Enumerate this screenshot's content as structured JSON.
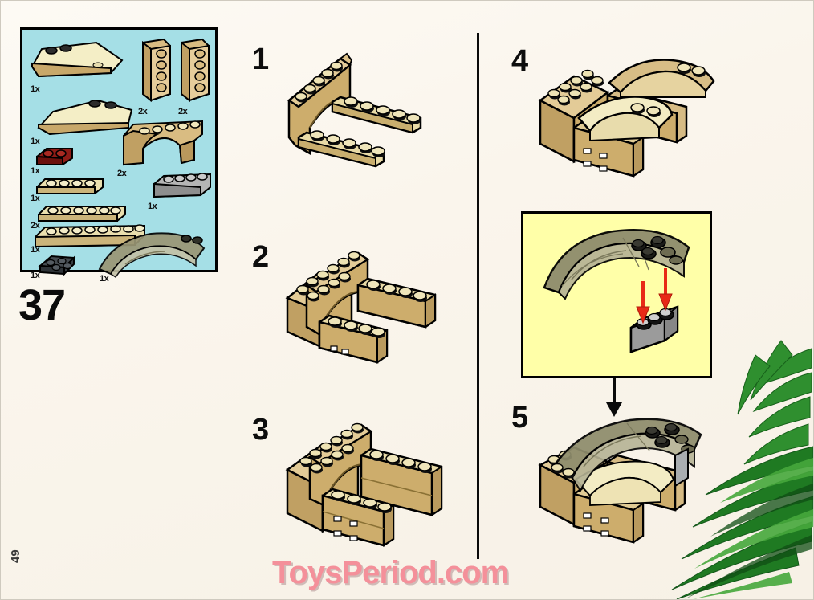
{
  "page": {
    "background_color": "#faf5ec",
    "page_number": "49",
    "main_step_number": "37",
    "watermark": "ToysPeriod.com",
    "watermark_color": "#f4909a"
  },
  "parts_inventory": {
    "background_color": "#a5dfe6",
    "border_color": "#000000",
    "parts": [
      {
        "id": "wedge-slope-curved-left",
        "qty": "1x",
        "color": "#f2ebc0",
        "desc": "curved wedge slope left"
      },
      {
        "id": "wedge-slope-curved-right",
        "qty": "1x",
        "color": "#f2ebc0",
        "desc": "curved wedge slope right"
      },
      {
        "id": "slope-wedge-a",
        "qty": "2x",
        "color": "#cfb072",
        "desc": "tan wedge brick"
      },
      {
        "id": "slope-wedge-b",
        "qty": "2x",
        "color": "#cfb072",
        "desc": "tan wedge brick"
      },
      {
        "id": "plate-1x2-dark-red",
        "qty": "1x",
        "color": "#8e1b16",
        "desc": "dark red 1x2 plate"
      },
      {
        "id": "plate-1x4-tan",
        "qty": "1x",
        "color": "#e4d7a4",
        "desc": "tan 1x4 plate"
      },
      {
        "id": "arch-brick-1x6",
        "qty": "2x",
        "color": "#cfb072",
        "desc": "tan arch brick 1x6"
      },
      {
        "id": "plate-1x6-tan",
        "qty": "2x",
        "color": "#e4d7a4",
        "desc": "tan 1x6 plate"
      },
      {
        "id": "brick-1x4-gray",
        "qty": "1x",
        "color": "#a8a8a8",
        "desc": "light gray 1x4 brick"
      },
      {
        "id": "plate-1x8-tan",
        "qty": "1x",
        "color": "#e4d7a4",
        "desc": "tan 1x8 plate"
      },
      {
        "id": "plate-2x2-dark-gray",
        "qty": "1x",
        "color": "#3d4246",
        "desc": "dark gray 2x2 plate"
      },
      {
        "id": "windscreen-trans-smoke",
        "qty": "1x",
        "color": "#8d8a6a",
        "desc": "trans-smoke curved windscreen"
      }
    ]
  },
  "steps": [
    {
      "number": "1",
      "desc": "arch brick with two tan plates"
    },
    {
      "number": "2",
      "desc": "arch assembly with bricks added"
    },
    {
      "number": "3",
      "desc": "raised walls around arch"
    },
    {
      "number": "4",
      "desc": "curved wedge slopes placed on top"
    },
    {
      "number": "5",
      "desc": "windscreen sub-assembly attached"
    }
  ],
  "callout": {
    "background_color": "#ffffa8",
    "border_color": "#000000",
    "arrow_color": "#e82a16",
    "desc": "attach trans-smoke windscreen onto light gray 1x4 brick"
  },
  "divider": {
    "color": "#0a0a0a"
  },
  "foliage": {
    "desc": "green palm fronds",
    "color": "#2f8f2f"
  }
}
